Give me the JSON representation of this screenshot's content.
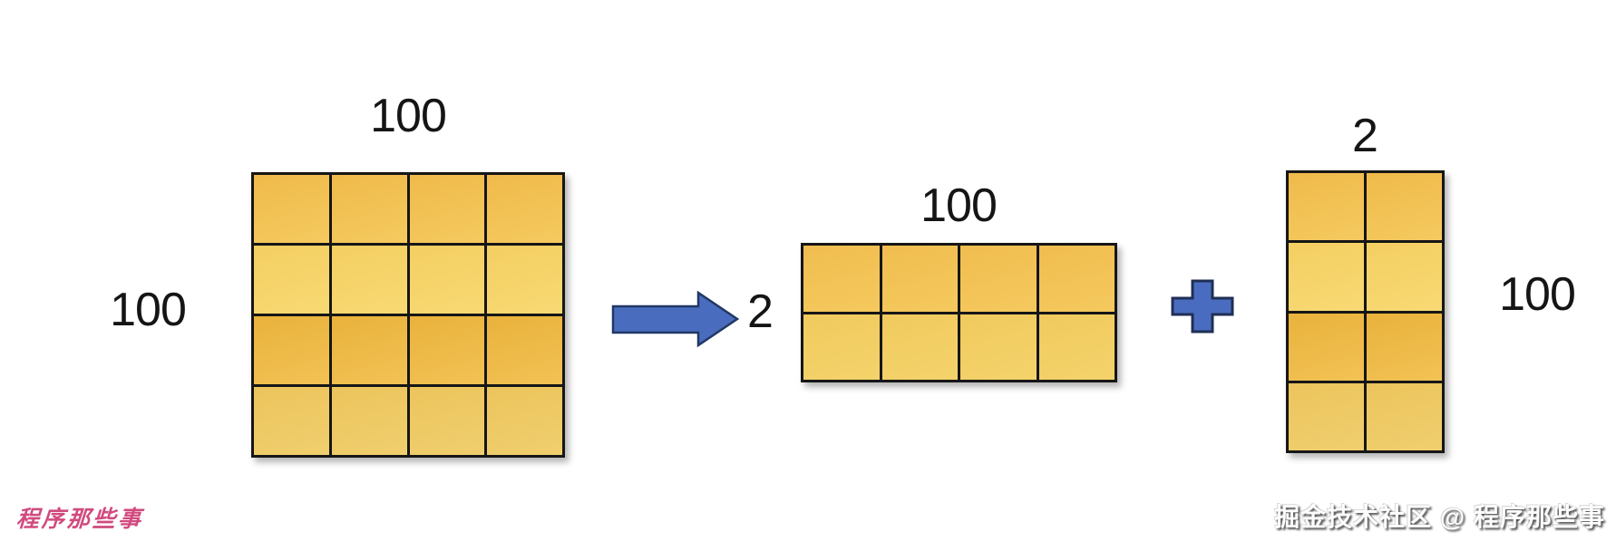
{
  "matrices": [
    {
      "name": "original-matrix",
      "rows": 4,
      "cols": 4,
      "top_label": "100",
      "left_label": "100",
      "row_colors": [
        [
          "#efba4a",
          "#f5ca5f"
        ],
        [
          "#f4cf62",
          "#f8d973"
        ],
        [
          "#e9b23c",
          "#f2c254"
        ],
        [
          "#ecc45c",
          "#f0cf6e"
        ]
      ]
    },
    {
      "name": "row-block-matrix",
      "rows": 2,
      "cols": 4,
      "top_label": "100",
      "left_label": "2",
      "row_colors": [
        [
          "#f0bd4f",
          "#f5c95e"
        ],
        [
          "#f0ca5e",
          "#f4d36b"
        ]
      ]
    },
    {
      "name": "column-block-matrix",
      "rows": 4,
      "cols": 2,
      "top_label": "2",
      "right_label": "100",
      "row_colors": [
        [
          "#efba4a",
          "#f5ca5f"
        ],
        [
          "#f4cf62",
          "#f8d973"
        ],
        [
          "#e9b23c",
          "#f2c254"
        ],
        [
          "#ecc45c",
          "#f0cf6e"
        ]
      ]
    }
  ],
  "colors": {
    "arrow_fill": "#4a6cbe",
    "arrow_stroke": "#203864",
    "plus_fill": "#4a6cc0",
    "plus_stroke": "#1f2f55",
    "cell_border": "#161616",
    "label_color": "#151515",
    "watermark_left_color": "#d14a7e"
  },
  "watermarks": {
    "brand_left": "程序那些事",
    "brand_right": "掘金技术社区 @ 程序那些事"
  }
}
